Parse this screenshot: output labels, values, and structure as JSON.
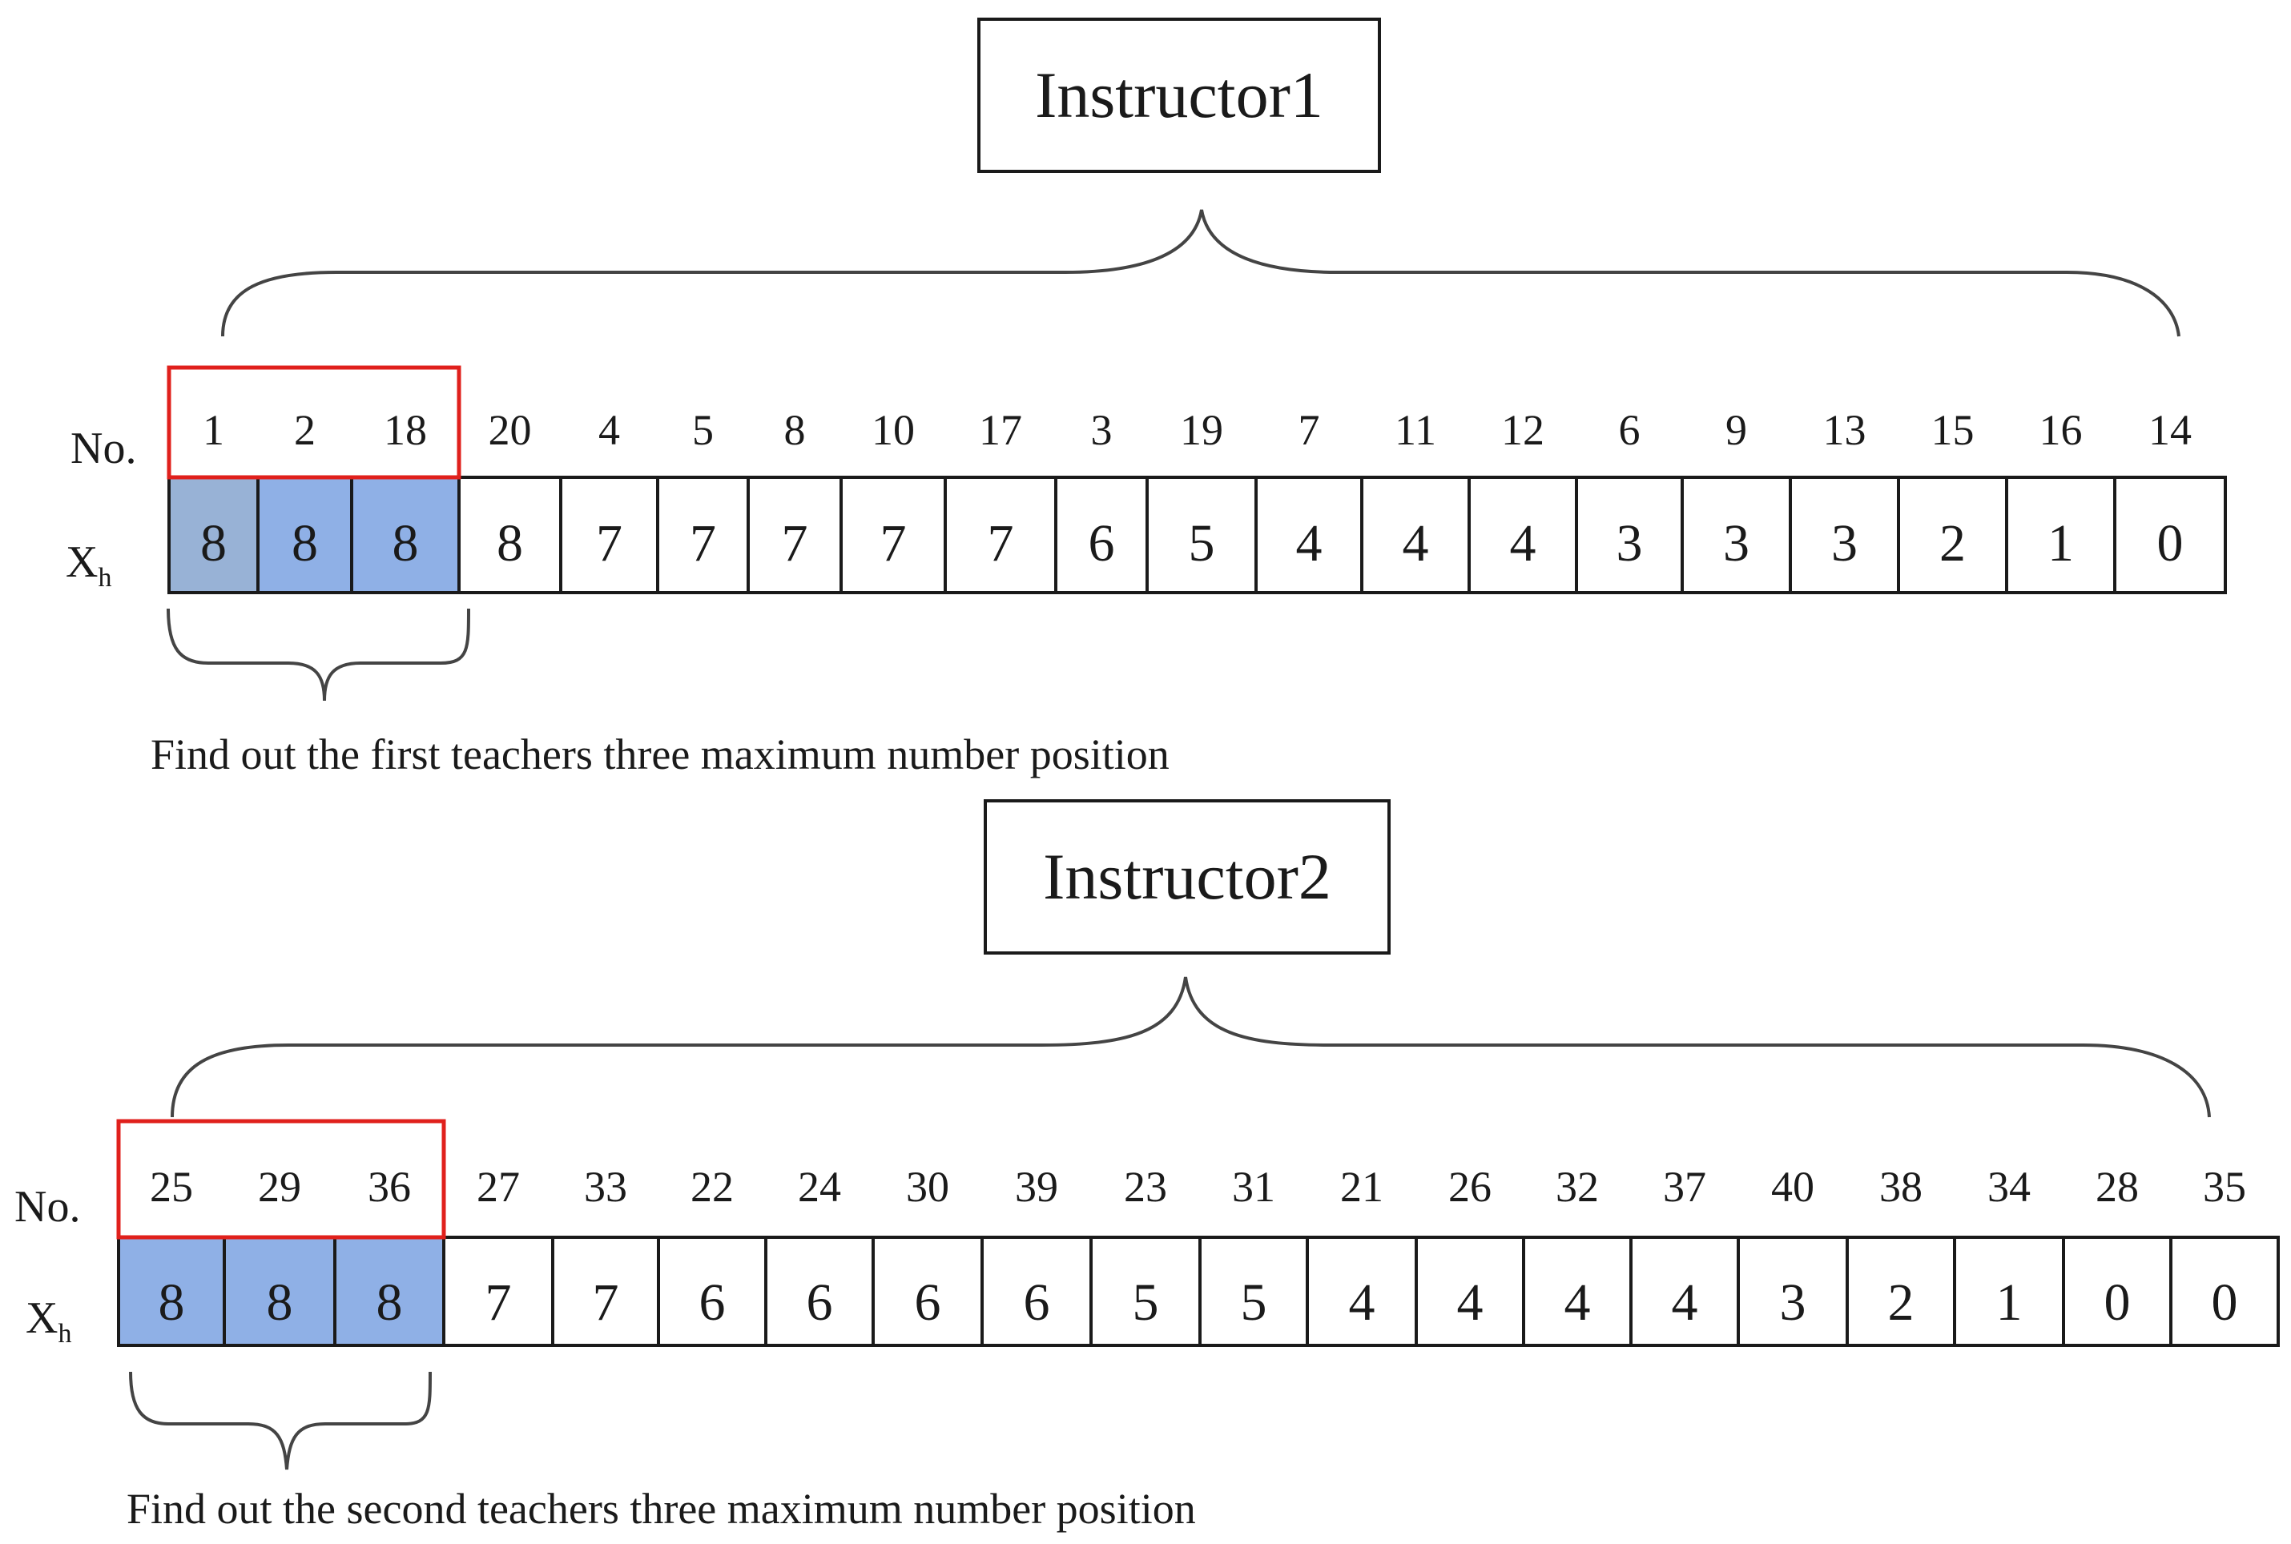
{
  "colors": {
    "first_cell": "#98b2d6",
    "highlight_cell": "#8fb0e6",
    "normal_cell": "#ffffff",
    "highlight_box": "#e0201c"
  },
  "row_labels": {
    "no": "No.",
    "xh": "X",
    "xh_sub": "h"
  },
  "sections": [
    {
      "title": "Instructor1",
      "numbers": [
        "1",
        "2",
        "18",
        "20",
        "4",
        "5",
        "8",
        "10",
        "17",
        "3",
        "19",
        "7",
        "11",
        "12",
        "6",
        "9",
        "13",
        "15",
        "16",
        "14"
      ],
      "values": [
        "8",
        "8",
        "8",
        "8",
        "7",
        "7",
        "7",
        "7",
        "7",
        "6",
        "5",
        "4",
        "4",
        "4",
        "3",
        "3",
        "3",
        "2",
        "1",
        "0"
      ],
      "highlight_count": 3,
      "caption": "Find out the first teachers  three maximum number position"
    },
    {
      "title": "Instructor2",
      "numbers": [
        "25",
        "29",
        "36",
        "27",
        "33",
        "22",
        "24",
        "30",
        "39",
        "23",
        "31",
        "21",
        "26",
        "32",
        "37",
        "40",
        "38",
        "34",
        "28",
        "35"
      ],
      "values": [
        "8",
        "8",
        "8",
        "7",
        "7",
        "6",
        "6",
        "6",
        "6",
        "5",
        "5",
        "4",
        "4",
        "4",
        "4",
        "3",
        "2",
        "1",
        "0",
        "0"
      ],
      "highlight_count": 3,
      "caption": "Find out the  second teachers  three maximum number position"
    }
  ]
}
